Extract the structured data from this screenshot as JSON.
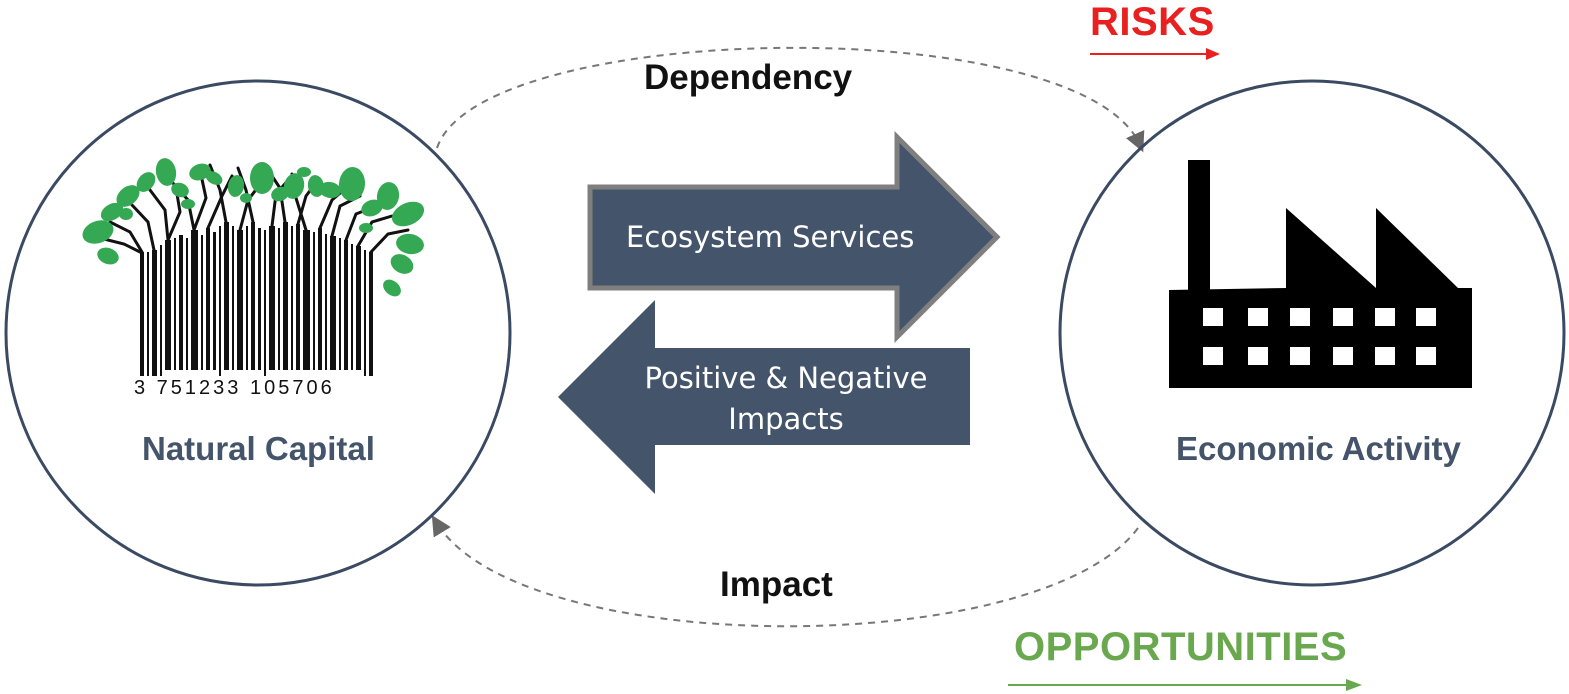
{
  "labels": {
    "risks": "RISKS",
    "opportunities": "OPPORTUNITIES",
    "dependency": "Dependency",
    "impact": "Impact",
    "natural_capital": "Natural Capital",
    "economic_activity": "Economic Activity",
    "ecosystem_services": "Ecosystem Services",
    "positive_negative_impacts": "Positive & Negative Impacts",
    "barcode_number": "3 751233 105706"
  },
  "colors": {
    "risks": "#e8201f",
    "opportunities": "#6aa84f",
    "arrow_fill": "#44546a",
    "circle_stroke": "#3b4a63",
    "leaf": "#34a853"
  },
  "icons": {
    "natural_capital": "barcode-tree-icon",
    "economic_activity": "factory-icon"
  }
}
